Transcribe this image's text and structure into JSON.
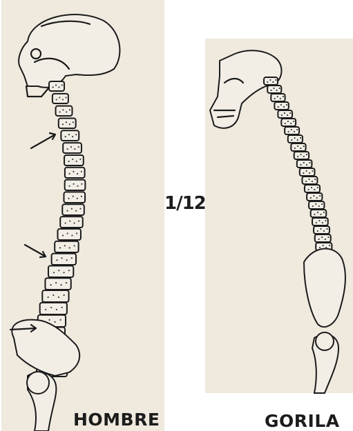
{
  "scale_label": "1/12",
  "labels": {
    "human": "HOMBRE",
    "gorilla": "GORILA"
  },
  "colors": {
    "paper": "#efe9de",
    "ink": "#1a1a1a",
    "background": "#ffffff"
  }
}
